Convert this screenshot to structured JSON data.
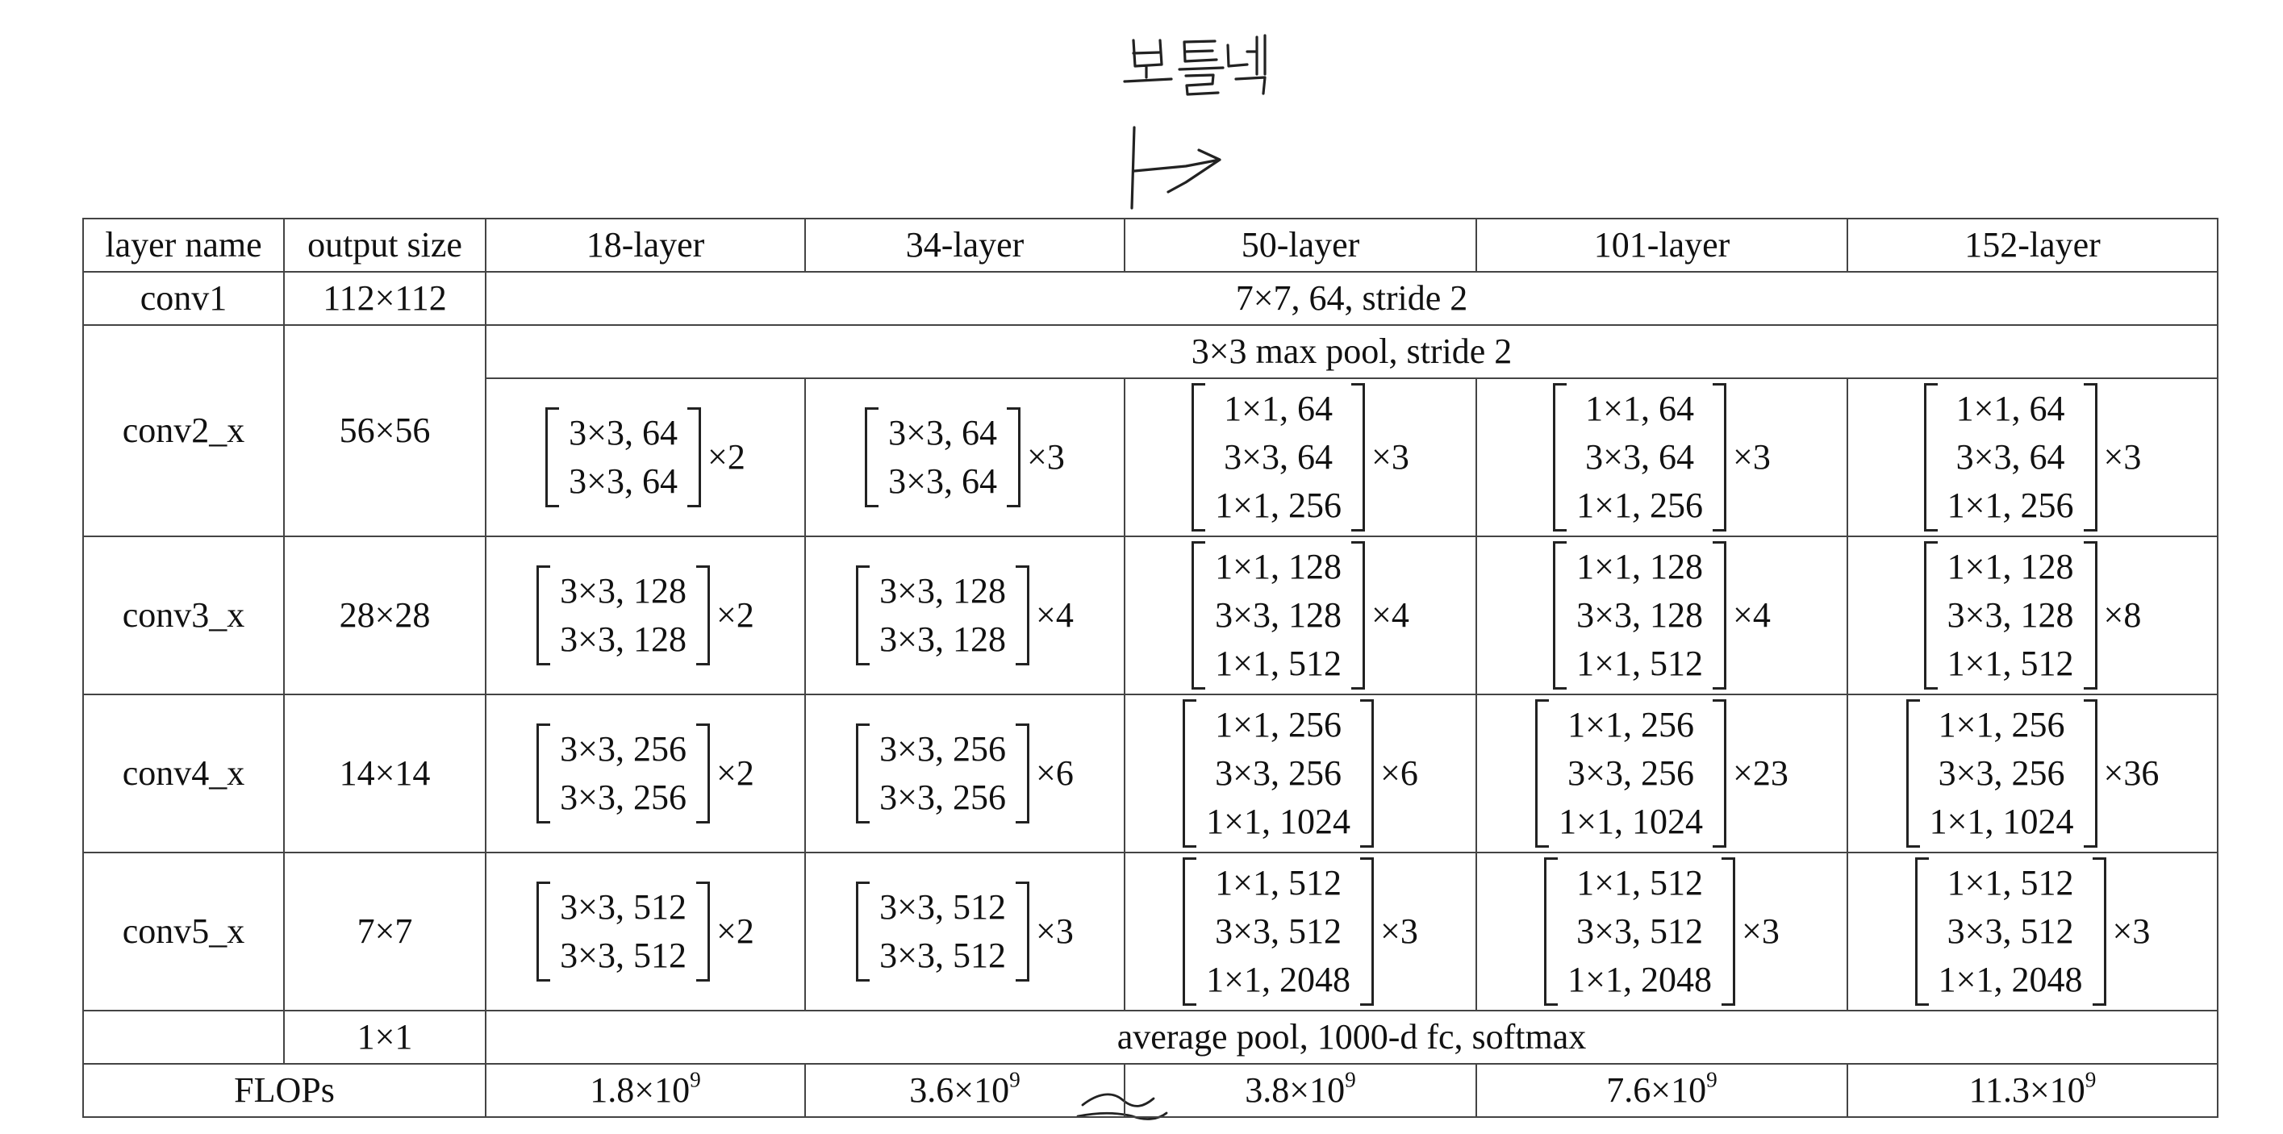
{
  "annotations": {
    "korean_note": "보틀넥",
    "note_language": "handwritten"
  },
  "table": {
    "headers": [
      "layer name",
      "output size",
      "18-layer",
      "34-layer",
      "50-layer",
      "101-layer",
      "152-layer"
    ],
    "conv1": {
      "name": "conv1",
      "size": "112×112",
      "spec": "7×7, 64, stride 2"
    },
    "pool": {
      "spec": "3×3 max pool, stride 2"
    },
    "stages": [
      {
        "name": "conv2_x",
        "size": "56×56",
        "cells": [
          {
            "lines": [
              "3×3, 64",
              "3×3, 64"
            ],
            "rep": "×2"
          },
          {
            "lines": [
              "3×3, 64",
              "3×3, 64"
            ],
            "rep": "×3"
          },
          {
            "lines": [
              "1×1, 64",
              "3×3, 64",
              "1×1, 256"
            ],
            "rep": "×3"
          },
          {
            "lines": [
              "1×1, 64",
              "3×3, 64",
              "1×1, 256"
            ],
            "rep": "×3"
          },
          {
            "lines": [
              "1×1, 64",
              "3×3, 64",
              "1×1, 256"
            ],
            "rep": "×3"
          }
        ]
      },
      {
        "name": "conv3_x",
        "size": "28×28",
        "cells": [
          {
            "lines": [
              "3×3, 128",
              "3×3, 128"
            ],
            "rep": "×2"
          },
          {
            "lines": [
              "3×3, 128",
              "3×3, 128"
            ],
            "rep": "×4"
          },
          {
            "lines": [
              "1×1, 128",
              "3×3, 128",
              "1×1, 512"
            ],
            "rep": "×4"
          },
          {
            "lines": [
              "1×1, 128",
              "3×3, 128",
              "1×1, 512"
            ],
            "rep": "×4"
          },
          {
            "lines": [
              "1×1, 128",
              "3×3, 128",
              "1×1, 512"
            ],
            "rep": "×8"
          }
        ]
      },
      {
        "name": "conv4_x",
        "size": "14×14",
        "cells": [
          {
            "lines": [
              "3×3, 256",
              "3×3, 256"
            ],
            "rep": "×2"
          },
          {
            "lines": [
              "3×3, 256",
              "3×3, 256"
            ],
            "rep": "×6"
          },
          {
            "lines": [
              "1×1, 256",
              "3×3, 256",
              "1×1, 1024"
            ],
            "rep": "×6"
          },
          {
            "lines": [
              "1×1, 256",
              "3×3, 256",
              "1×1, 1024"
            ],
            "rep": "×23"
          },
          {
            "lines": [
              "1×1, 256",
              "3×3, 256",
              "1×1, 1024"
            ],
            "rep": "×36"
          }
        ]
      },
      {
        "name": "conv5_x",
        "size": "7×7",
        "cells": [
          {
            "lines": [
              "3×3, 512",
              "3×3, 512"
            ],
            "rep": "×2"
          },
          {
            "lines": [
              "3×3, 512",
              "3×3, 512"
            ],
            "rep": "×3"
          },
          {
            "lines": [
              "1×1, 512",
              "3×3, 512",
              "1×1, 2048"
            ],
            "rep": "×3"
          },
          {
            "lines": [
              "1×1, 512",
              "3×3, 512",
              "1×1, 2048"
            ],
            "rep": "×3"
          },
          {
            "lines": [
              "1×1, 512",
              "3×3, 512",
              "1×1, 2048"
            ],
            "rep": "×3"
          }
        ]
      }
    ],
    "final": {
      "size": "1×1",
      "spec": "average pool, 1000-d fc, softmax"
    },
    "flops": {
      "label": "FLOPs",
      "values": [
        {
          "mant": "1.8×10",
          "exp": "9"
        },
        {
          "mant": "3.6×10",
          "exp": "9"
        },
        {
          "mant": "3.8×10",
          "exp": "9"
        },
        {
          "mant": "7.6×10",
          "exp": "9"
        },
        {
          "mant": "11.3×10",
          "exp": "9"
        }
      ]
    }
  }
}
